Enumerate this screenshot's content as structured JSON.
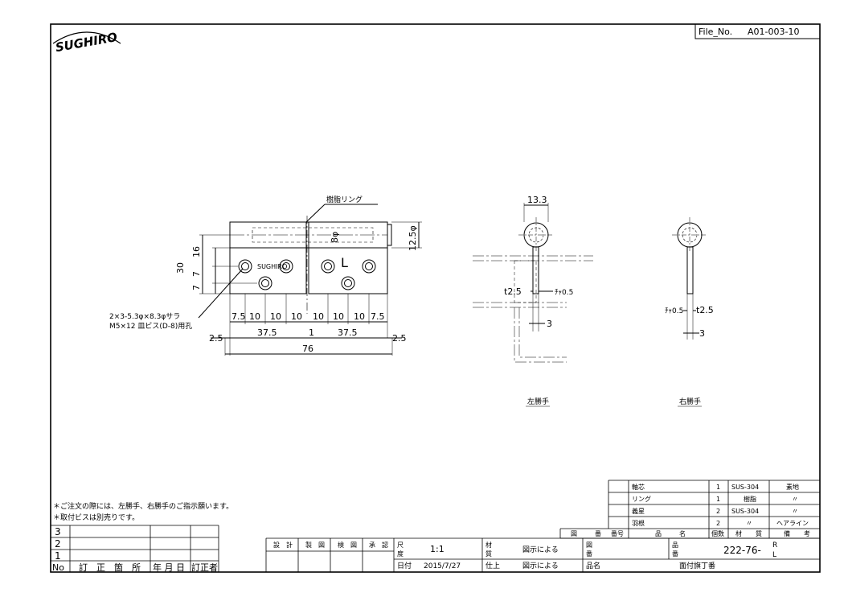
{
  "title_block": {
    "file_no_label": "File_No.",
    "file_no_value": "A01-003-10",
    "logo_text": "SUGHIRO"
  },
  "notes": {
    "line1": "＊ご注文の際には、左勝手、右勝手のご指示願います。",
    "line2": "＊取付ビスは別売りです。"
  },
  "front_view": {
    "ring_label": "樹脂リング",
    "plate_logo": "SUGHIRO",
    "plate_letter": "L",
    "hole_note_1": "2×3-5.3φ×8.3φサラ",
    "hole_note_2": "M5×12 皿ビス(D-8)用孔",
    "dims": {
      "height_30": "30",
      "height_16": "16",
      "height_7a": "7",
      "height_7b": "7",
      "pin_dia": "12.5φ",
      "inner_dia": "8φ",
      "chain": [
        "7.5",
        "10",
        "10",
        "10",
        "10",
        "10",
        "10",
        "7.5"
      ],
      "half_left": "37.5",
      "gap": "1",
      "half_right": "37.5",
      "over_left": "2.5",
      "over_right": "2.5",
      "total": "76"
    }
  },
  "left_view": {
    "dim_width": "13.3",
    "dim_t": "t2.5",
    "dim_chamfer": "ﾁｬ0.5",
    "dim_3": "3",
    "caption": "左勝手"
  },
  "right_view": {
    "dim_chamfer": "ﾁｬ0.5",
    "dim_t": "t2.5",
    "dim_3": "3",
    "caption": "右勝手"
  },
  "parts_list": {
    "rows": [
      {
        "name": "軸芯",
        "qty": "1",
        "material": "SUS-304",
        "finish": "素地"
      },
      {
        "name": "リング",
        "qty": "1",
        "material": "樹脂",
        "finish": "〃"
      },
      {
        "name": "義星",
        "qty": "2",
        "material": "SUS-304",
        "finish": "〃"
      },
      {
        "name": "羽根",
        "qty": "2",
        "material": "〃",
        "finish": "ヘアライン"
      }
    ],
    "header": {
      "zu": "図",
      "ban": "番",
      "bango": "番号",
      "hin": "品",
      "mei": "名",
      "kosu": "個数",
      "zai": "材",
      "shitsu": "質",
      "bi": "備",
      "ko": "考"
    }
  },
  "revision": {
    "rows": [
      "3",
      "2",
      "1"
    ],
    "footer": {
      "no": "No",
      "teisei": "訂　正　箇　所",
      "nengappi": "年 月 日",
      "teiseisha": "訂正者"
    }
  },
  "title_table": {
    "approval": [
      "設　計",
      "製　図",
      "検　図",
      "承　認"
    ],
    "scale_label_1": "尺",
    "scale_label_2": "度",
    "scale_value": "1:1",
    "material_label_1": "材",
    "material_label_2": "質",
    "material_value": "図示による",
    "drawing_label_1": "図",
    "drawing_label_2": "番",
    "part_label_1": "品",
    "part_label_2": "番",
    "part_no": "222-76-",
    "part_suffix_r": "R",
    "part_suffix_l": "L",
    "date_label": "日付",
    "date_value": "2015/7/27",
    "finish_label": "仕上",
    "finish_value": "図示による",
    "name_label": "品名",
    "name_value": "面付旗丁番"
  }
}
